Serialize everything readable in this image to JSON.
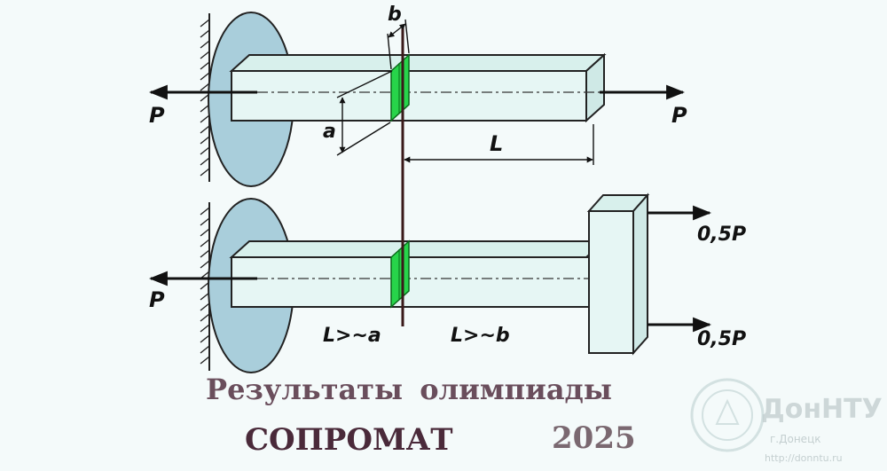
{
  "diagram": {
    "top_beam": {
      "force_left": "P",
      "force_right": "P",
      "dim_a": "a",
      "dim_b": "b",
      "dim_L": "L"
    },
    "bottom_beam": {
      "force_left": "P",
      "force_right_top": "0,5P",
      "force_right_bottom": "0,5P",
      "cond_left": "L>~a",
      "cond_right": "L>~b"
    }
  },
  "footer": {
    "line1": "Результаты олимпиады",
    "subject": "СОПРОМАТ",
    "year": "2025"
  },
  "watermark": {
    "brand": "ДонНТУ",
    "city": "г.Донецк",
    "url": "http://donntu.ru"
  },
  "colors": {
    "background": "#f4fafa",
    "beam_fill": "#e6f6f4",
    "wall_disk": "#a9cedb",
    "section": "#27d44a",
    "title_line": "#6a4e5c",
    "title_subject": "#4a2a3a",
    "title_year": "#7a6870"
  }
}
